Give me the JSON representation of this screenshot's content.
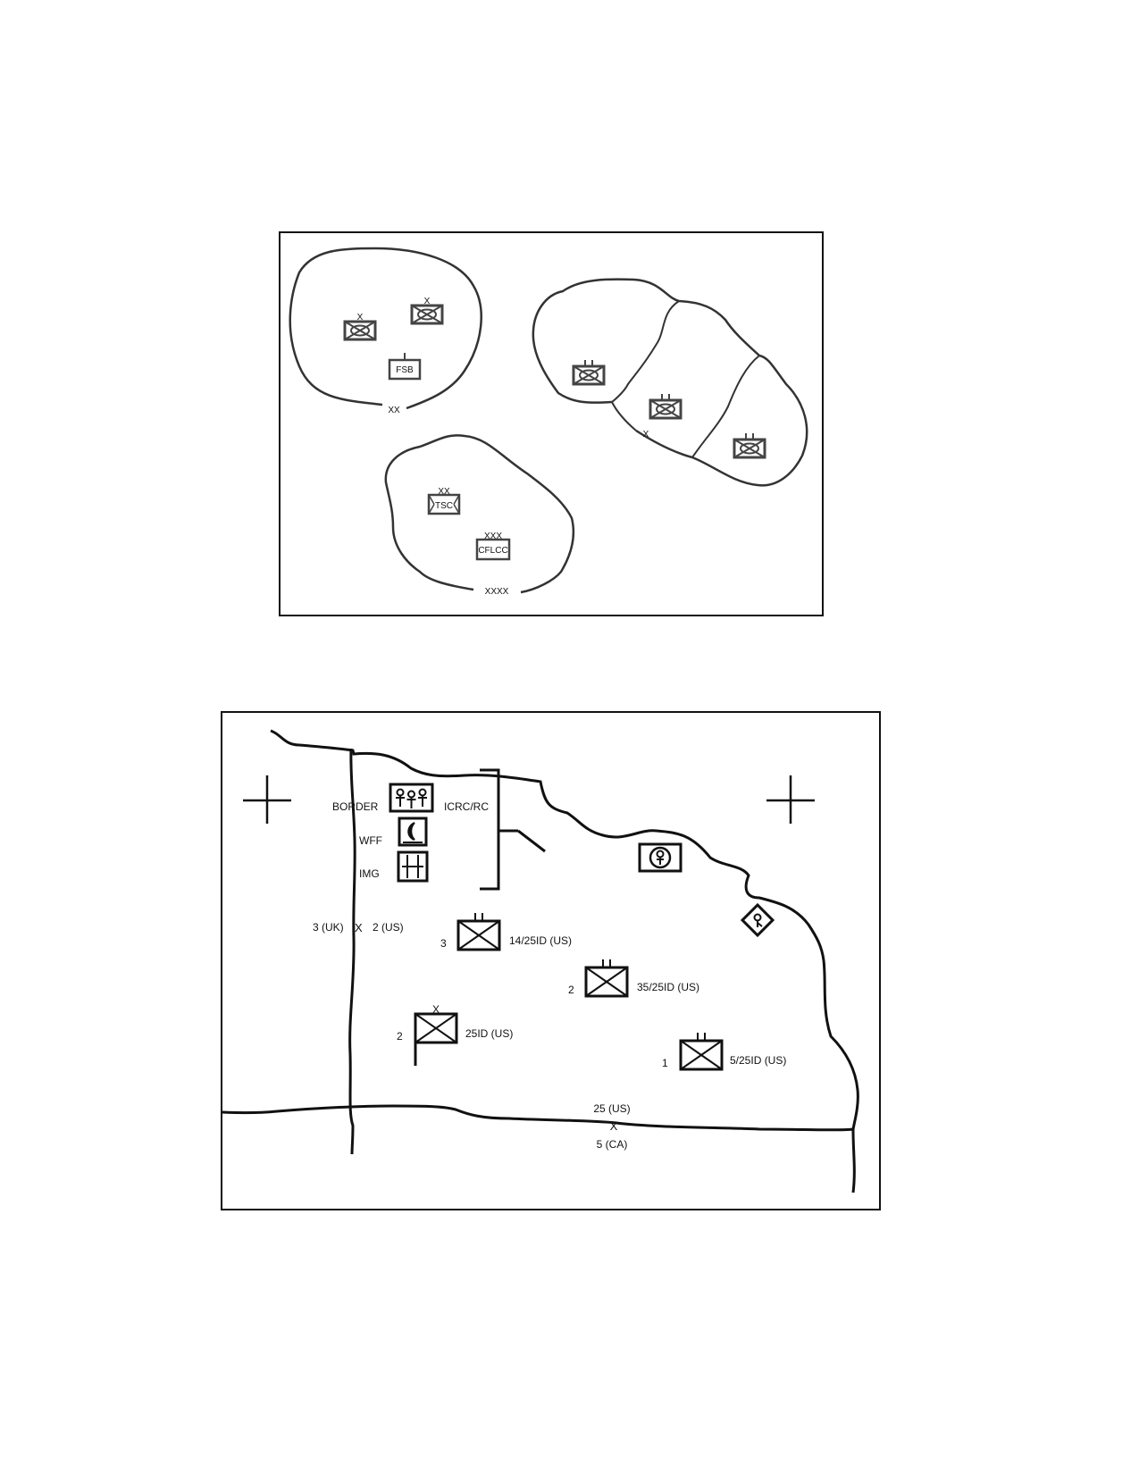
{
  "colors": {
    "ink": "#111111",
    "symbol": "#444444",
    "background": "#ffffff"
  },
  "diagram_top": {
    "area_labels": {
      "division": "XX",
      "brigade": "X",
      "army": "XXXX"
    },
    "units": {
      "brigade_a_echelon": "X",
      "brigade_b_echelon": "X",
      "fsb_label": "FSB",
      "tsc_echelon": "XX",
      "tsc_label": "TSC",
      "cflcc_echelon": "XXX",
      "cflcc_label": "CFLCC"
    }
  },
  "diagram_bottom": {
    "labels": {
      "border": "BORDER",
      "icrc": "ICRC/RC",
      "wff": "WFF",
      "img": "IMG",
      "west_boundary_left": "3 (UK)",
      "west_boundary_mark": "X",
      "west_boundary_right": "2 (US)",
      "south_boundary_top": "25 (US)",
      "south_boundary_mark": "X",
      "south_boundary_bottom": "5 (CA)"
    },
    "units": [
      {
        "number": "3",
        "echelon": "II",
        "name": "14/25ID (US)"
      },
      {
        "number": "2",
        "echelon": "II",
        "name": "35/25ID (US)"
      },
      {
        "number": "2",
        "echelon": "X",
        "name": "25ID (US)"
      },
      {
        "number": "1",
        "echelon": "II",
        "name": "5/25ID (US)"
      }
    ]
  }
}
